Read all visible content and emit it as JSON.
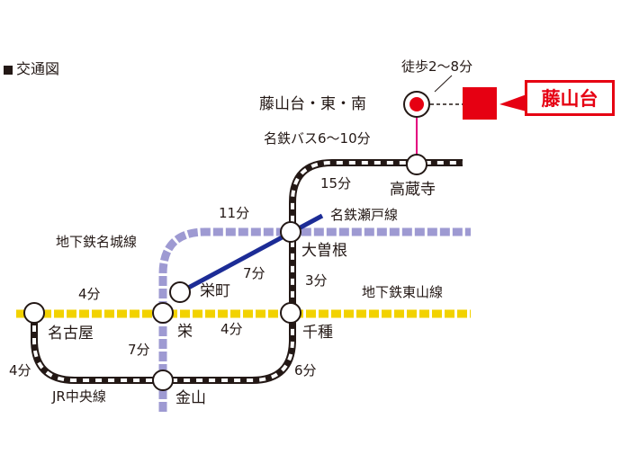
{
  "legend": {
    "title": "交通図"
  },
  "destination": {
    "name": "藤山台"
  },
  "walk": {
    "label": "徒歩2～8分"
  },
  "stations": {
    "fujiyamadai": "藤山台・東・南",
    "takakuraji": "高蔵寺",
    "ozone": "大曽根",
    "sakaemachi": "栄町",
    "sakae": "栄",
    "chikusa": "千種",
    "nagoya": "名古屋",
    "kanayama": "金山"
  },
  "lines": {
    "bus": "名鉄バス6～10分",
    "meitetsu_seto": "名鉄瀬戸線",
    "meijo": "地下鉄名城線",
    "higashiyama": "地下鉄東山線",
    "jr_chuo": "JR中央線"
  },
  "times": {
    "takakuraji_ozone": "15分",
    "meijo_sakae_ozone": "11分",
    "seto": "7分",
    "ozone_chikusa": "3分",
    "nagoya_sakae": "4分",
    "sakae_chikusa": "4分",
    "sakae_kanayama": "7分",
    "nagoya_kanayama": "4分",
    "kanayama_chikusa": "6分"
  },
  "colors": {
    "higashiyama": "#f2d200",
    "meijo": "#9e9ad2",
    "seto": "#1c2c96",
    "jr": "#231815",
    "accent": "#e60012",
    "bus": "#e4007f"
  }
}
